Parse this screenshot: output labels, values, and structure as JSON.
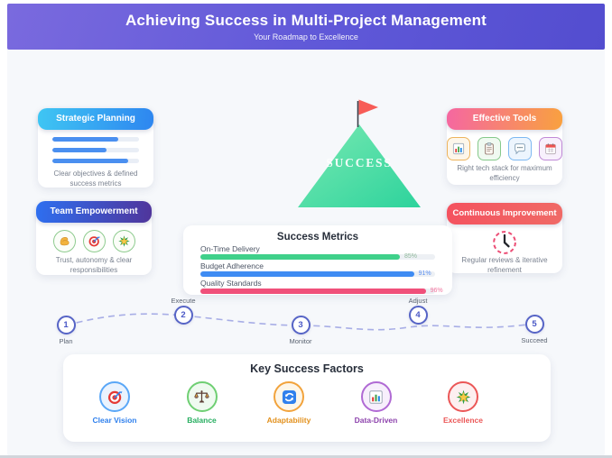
{
  "header": {
    "title": "Achieving Success in Multi-Project Management",
    "subtitle": "Your Roadmap to Excellence"
  },
  "cards": {
    "strategic_planning": {
      "title": "Strategic Planning",
      "caption": "Clear objectives & defined success metrics",
      "bar_color": "#4a8ff0",
      "bars_pct": [
        "76%",
        "63%",
        "87%"
      ]
    },
    "team_empowerment": {
      "title": "Team Empowerment",
      "caption": "Trust, autonomy & clear responsibilities",
      "icons": [
        "flexed-biceps",
        "target",
        "glowing-star"
      ]
    },
    "effective_tools": {
      "title": "Effective Tools",
      "caption": "Right tech stack for maximum efficiency",
      "icons": [
        "bar-chart",
        "clipboard",
        "speech-balloon",
        "calendar"
      ]
    },
    "continuous_improvement": {
      "title": "Continuous Improvement",
      "caption": "Regular reviews & iterative refinement",
      "icon": "clock"
    }
  },
  "mountain": {
    "label": "SUCCESS",
    "flag_color": "#f75c57",
    "gradient_top": "#79e9b2",
    "gradient_bottom": "#2dd39c"
  },
  "metrics": {
    "title": "Success Metrics",
    "rows": [
      {
        "label": "On-Time Delivery",
        "value": 85,
        "value_pct": "85%",
        "color": "#3fd08a",
        "text_color": "#8fb89b"
      },
      {
        "label": "Budget Adherence",
        "value": 91,
        "value_pct": "91%",
        "color": "#3f8cf3",
        "text_color": "#5b8ff0"
      },
      {
        "label": "Quality Standards",
        "value": 96,
        "value_pct": "96%",
        "color": "#f0507a",
        "text_color": "#f277a0"
      }
    ]
  },
  "timeline": {
    "accent": "#5664c6",
    "steps": [
      {
        "num": "1",
        "label": "Plan"
      },
      {
        "num": "2",
        "label": "Execute"
      },
      {
        "num": "3",
        "label": "Monitor"
      },
      {
        "num": "4",
        "label": "Adjust"
      },
      {
        "num": "5",
        "label": "Succeed"
      }
    ]
  },
  "factors": {
    "title": "Key Success Factors",
    "items": [
      {
        "label": "Clear Vision",
        "icon": "target",
        "color": "#2f80ed",
        "border": "#5aa7f7",
        "tint": "#eaf3fe"
      },
      {
        "label": "Balance",
        "icon": "scales",
        "color": "#27ae60",
        "border": "#6fcf73",
        "tint": "#effaf0"
      },
      {
        "label": "Adaptability",
        "icon": "refresh",
        "color": "#e2901c",
        "border": "#f2a33c",
        "tint": "#fdf6e9"
      },
      {
        "label": "Data-Driven",
        "icon": "bar-chart",
        "color": "#8e44ad",
        "border": "#b06ad4",
        "tint": "#f7effc"
      },
      {
        "label": "Excellence",
        "icon": "glowing-star",
        "color": "#eb5757",
        "border": "#eb5757",
        "tint": "#fdeff0"
      }
    ]
  }
}
